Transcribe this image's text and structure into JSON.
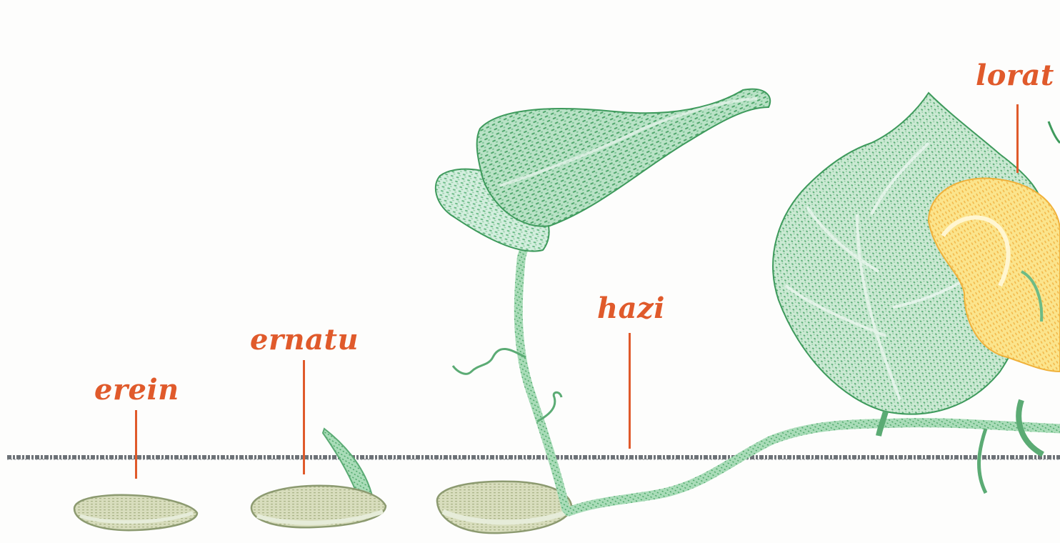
{
  "stages": [
    {
      "key": "erein",
      "label": "erein"
    },
    {
      "key": "ernatu",
      "label": "ernatu"
    },
    {
      "key": "hazi",
      "label": "hazi"
    },
    {
      "key": "loratu",
      "label": "lorat"
    }
  ],
  "colors": {
    "label": "#e05a2b",
    "leaf_dark": "#3e9a5c",
    "leaf_mid": "#6dbb86",
    "leaf_light": "#b8e0c4",
    "stem": "#7cc492",
    "seed": "#c9d0a8",
    "seed_outline": "#8c9a70",
    "flower": "#f7cf56",
    "flower_light": "#fbe79a",
    "soil": "#555a60"
  },
  "icons": [
    "seed-illustration",
    "sprout-illustration",
    "seedling-illustration",
    "flowering-plant-illustration",
    "soil-line"
  ]
}
